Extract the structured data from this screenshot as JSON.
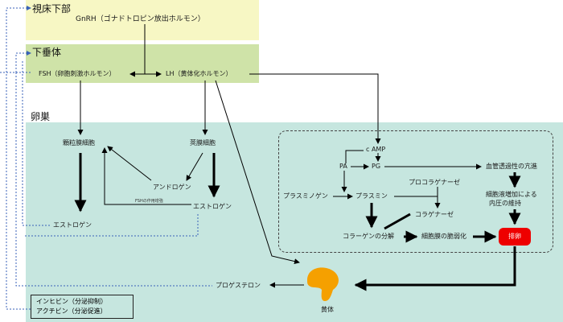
{
  "regions": {
    "hypothalamus": "視床下部",
    "pituitary": "下垂体",
    "ovary": "卵巣"
  },
  "nodes": {
    "gnrh": "GnRH（ゴナドトロピン放出ホルモン）",
    "fsh": "FSH（卵胞刺激ホルモン）",
    "lh": "LH（黄体化ホルモン）",
    "granulosa": "顆粒膜細胞",
    "theca": "莢膜細胞",
    "androgen": "アンドロゲン",
    "estrogen_theca": "エストロゲン",
    "estrogen_out": "エストロゲン",
    "fsh_action": "FSHの作用增強",
    "camp": "c AMP",
    "pa": "PA",
    "pg": "PG",
    "procollagenase": "プロコラゲナーゼ",
    "vascular": "血管透過性の亢進",
    "plasminogen": "プラスミノゲン",
    "plasmin": "プラスミン",
    "collagenase": "コラゲナーゼ",
    "pressure_line1": "細胞液増加による",
    "pressure_line2": "内圧の維持",
    "collagen": "コラーゲンの分解",
    "fragility": "細胞膜の脆弱化",
    "ovulation": "排卵",
    "progesterone": "プロゲステロン",
    "corpus_luteum": "黄体",
    "inhibin": "インヒビン（分泌抑制）",
    "activin": "アクチビン（分泌促進）"
  },
  "colors": {
    "hypothalamus_bg": "#f7f7c4",
    "pituitary_bg": "#cfe3a8",
    "ovary_bg": "#c6e6df",
    "ovulation": "#ee0000",
    "corpus_luteum": "#f5a000",
    "feedback_line": "#3a62b8"
  }
}
